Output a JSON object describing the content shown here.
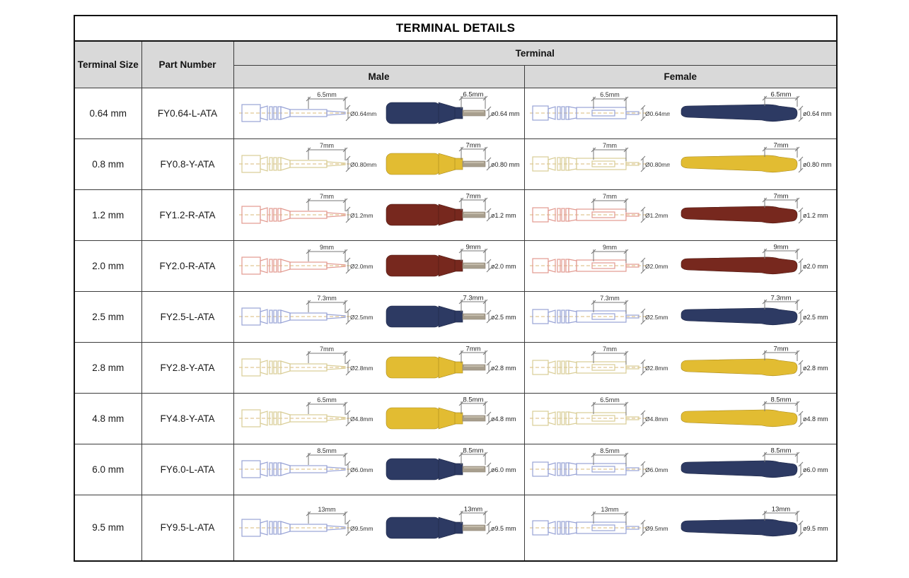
{
  "title": "TERMINAL DETAILS",
  "headers": {
    "terminal_size": "Terminal Size",
    "part_number": "Part Number",
    "terminal": "Terminal",
    "male": "Male",
    "female": "Female"
  },
  "colors": {
    "header_bg": "#d9d9d9",
    "navy": "#2d3a63",
    "navy_dark": "#1d2747",
    "navy_tint": "#98a3d6",
    "yellow": "#e2bc32",
    "yellow_dark": "#a8891c",
    "yellow_tint": "#d9cd96",
    "red": "#77281e",
    "red_dark": "#4e1912",
    "red_tint": "#e29a90",
    "metal": "#a89f8e"
  },
  "rows": [
    {
      "size": "0.64 mm",
      "part_number": "FY0.64-L-ATA",
      "color": "navy",
      "male": {
        "drawing": {
          "length": "6.5mm",
          "diameter": "Ø0.64mm"
        },
        "photo": {
          "length": "6.5mm",
          "diameter": "ø0.64 mm"
        }
      },
      "female": {
        "drawing": {
          "length": "6.5mm",
          "diameter": "Ø0.64mm"
        },
        "photo": {
          "length": "6.5mm",
          "diameter": "ø0.64 mm"
        }
      }
    },
    {
      "size": "0.8 mm",
      "part_number": "FY0.8-Y-ATA",
      "color": "yellow",
      "male": {
        "drawing": {
          "length": "7mm",
          "diameter": "Ø0.80mm"
        },
        "photo": {
          "length": "7mm",
          "diameter": "ø0.80 mm"
        }
      },
      "female": {
        "drawing": {
          "length": "7mm",
          "diameter": "Ø0.80mm"
        },
        "photo": {
          "length": "7mm",
          "diameter": "ø0.80 mm"
        }
      }
    },
    {
      "size": "1.2 mm",
      "part_number": "FY1.2-R-ATA",
      "color": "red",
      "male": {
        "drawing": {
          "length": "7mm",
          "diameter": "Ø1.2mm"
        },
        "photo": {
          "length": "7mm",
          "diameter": "ø1.2 mm"
        }
      },
      "female": {
        "drawing": {
          "length": "7mm",
          "diameter": "Ø1.2mm"
        },
        "photo": {
          "length": "7mm",
          "diameter": "ø1.2 mm"
        }
      }
    },
    {
      "size": "2.0 mm",
      "part_number": "FY2.0-R-ATA",
      "color": "red",
      "male": {
        "drawing": {
          "length": "9mm",
          "diameter": "Ø2.0mm"
        },
        "photo": {
          "length": "9mm",
          "diameter": "ø2.0 mm"
        }
      },
      "female": {
        "drawing": {
          "length": "9mm",
          "diameter": "Ø2.0mm"
        },
        "photo": {
          "length": "9mm",
          "diameter": "ø2.0 mm"
        }
      }
    },
    {
      "size": "2.5 mm",
      "part_number": "FY2.5-L-ATA",
      "color": "navy",
      "male": {
        "drawing": {
          "length": "7.3mm",
          "diameter": "Ø2.5mm"
        },
        "photo": {
          "length": "7.3mm",
          "diameter": "ø2.5 mm"
        }
      },
      "female": {
        "drawing": {
          "length": "7.3mm",
          "diameter": "Ø2.5mm"
        },
        "photo": {
          "length": "7.3mm",
          "diameter": "ø2.5 mm"
        }
      }
    },
    {
      "size": "2.8 mm",
      "part_number": "FY2.8-Y-ATA",
      "color": "yellow",
      "male": {
        "drawing": {
          "length": "7mm",
          "diameter": "Ø2.8mm"
        },
        "photo": {
          "length": "7mm",
          "diameter": "ø2.8 mm"
        }
      },
      "female": {
        "drawing": {
          "length": "7mm",
          "diameter": "Ø2.8mm"
        },
        "photo": {
          "length": "7mm",
          "diameter": "ø2.8 mm"
        }
      }
    },
    {
      "size": "4.8 mm",
      "part_number": "FY4.8-Y-ATA",
      "color": "yellow",
      "male": {
        "drawing": {
          "length": "6.5mm",
          "diameter": "Ø4.8mm"
        },
        "photo": {
          "length": "8.5mm",
          "diameter": "ø4.8 mm"
        }
      },
      "female": {
        "drawing": {
          "length": "6.5mm",
          "diameter": "Ø4.8mm"
        },
        "photo": {
          "length": "8.5mm",
          "diameter": "ø4.8 mm"
        }
      }
    },
    {
      "size": "6.0 mm",
      "part_number": "FY6.0-L-ATA",
      "color": "navy",
      "male": {
        "drawing": {
          "length": "8.5mm",
          "diameter": "Ø6.0mm"
        },
        "photo": {
          "length": "8.5mm",
          "diameter": "ø6.0 mm"
        }
      },
      "female": {
        "drawing": {
          "length": "8.5mm",
          "diameter": "Ø6.0mm"
        },
        "photo": {
          "length": "8.5mm",
          "diameter": "ø6.0 mm"
        }
      }
    },
    {
      "size": "9.5 mm",
      "part_number": "FY9.5-L-ATA",
      "color": "navy",
      "male": {
        "drawing": {
          "length": "13mm",
          "diameter": "Ø9.5mm"
        },
        "photo": {
          "length": "13mm",
          "diameter": "ø9.5 mm"
        }
      },
      "female": {
        "drawing": {
          "length": "13mm",
          "diameter": "Ø9.5mm"
        },
        "photo": {
          "length": "13mm",
          "diameter": "ø9.5 mm"
        }
      }
    }
  ]
}
